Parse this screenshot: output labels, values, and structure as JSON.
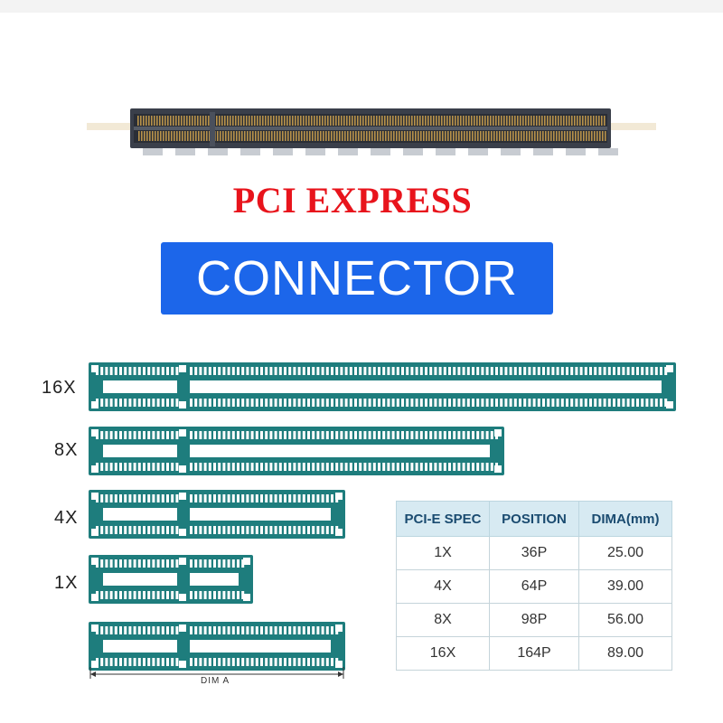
{
  "title": "PCI EXPRESS",
  "subtitle": "CONNECTOR",
  "colors": {
    "title_red": "#e8141c",
    "box_blue": "#1c66ea",
    "slot_teal": "#1e7d7d",
    "table_header": "#d7eaf2"
  },
  "slots": [
    {
      "label": "16X"
    },
    {
      "label": "8X"
    },
    {
      "label": "4X"
    },
    {
      "label": "1X"
    }
  ],
  "dimension_label": "DIM A",
  "table": {
    "headers": [
      "PCI-E SPEC",
      "POSITION",
      "DIMA(mm)"
    ],
    "rows": [
      [
        "1X",
        "36P",
        "25.00"
      ],
      [
        "4X",
        "64P",
        "39.00"
      ],
      [
        "8X",
        "98P",
        "56.00"
      ],
      [
        "16X",
        "164P",
        "89.00"
      ]
    ]
  }
}
